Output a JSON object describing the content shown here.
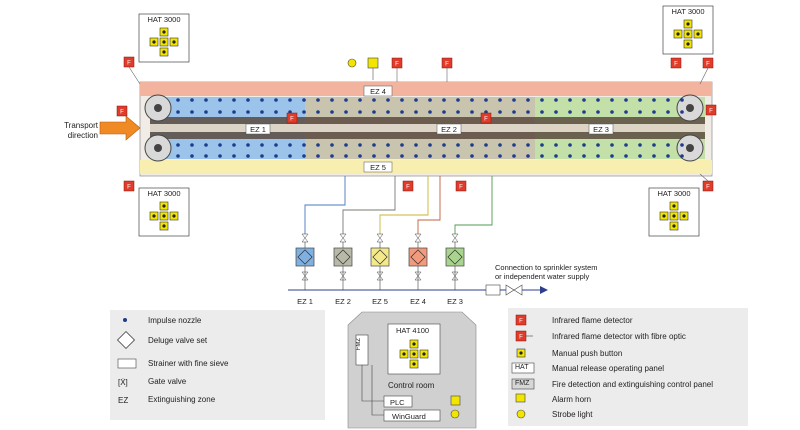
{
  "panels": {
    "hat_top_left": "HAT 3000",
    "hat_top_right": "HAT 3000",
    "hat_bottom_left": "HAT 3000",
    "hat_bottom_right": "HAT 3000",
    "hat_control": "HAT 4100"
  },
  "zones": {
    "ez1": "EZ 1",
    "ez2": "EZ 2",
    "ez3": "EZ 3",
    "ez4": "EZ 4",
    "ez5": "EZ 5"
  },
  "transport": {
    "line1": "Transport",
    "line2": "direction"
  },
  "valve_labels": [
    "EZ 1",
    "EZ 2",
    "EZ 5",
    "EZ 4",
    "EZ 3"
  ],
  "valve_colors": [
    "#7fb0e0",
    "#b9b9a8",
    "#f3e98a",
    "#f29a7c",
    "#a9d48d"
  ],
  "sprinkler": {
    "line1": "Connection to sprinkler system",
    "line2": "or independent water supply"
  },
  "detector_letter": "F",
  "control_room": {
    "fmz": "FMZ",
    "label": "Control room",
    "plc": "PLC",
    "winguard": "WinGuard"
  },
  "legend_left": [
    "Impulse nozzle",
    "Deluge valve set",
    "Strainer with fine sieve",
    "Gate valve",
    "Extinguishing zone"
  ],
  "legend_left_symbols": {
    "gate": "[Ẋ]",
    "ez": "EZ"
  },
  "legend_right": [
    "Infrared flame detector",
    "Infrared flame detector with fibre optic",
    "Manual push button",
    "Manual release operating panel",
    "Fire detection and extinguishing control panel",
    "Alarm horn",
    "Strobe light"
  ],
  "legend_right_symbols": {
    "hat": "HAT",
    "fmz": "FMZ"
  },
  "colors": {
    "ez1": "#9cc3ea",
    "ez2": "#c9c4ad",
    "ez3": "#c2e0a8",
    "ez4": "#f2b49e",
    "ez5": "#f7eeb0",
    "detector": "#e23b2a",
    "button": "#f2e600"
  }
}
